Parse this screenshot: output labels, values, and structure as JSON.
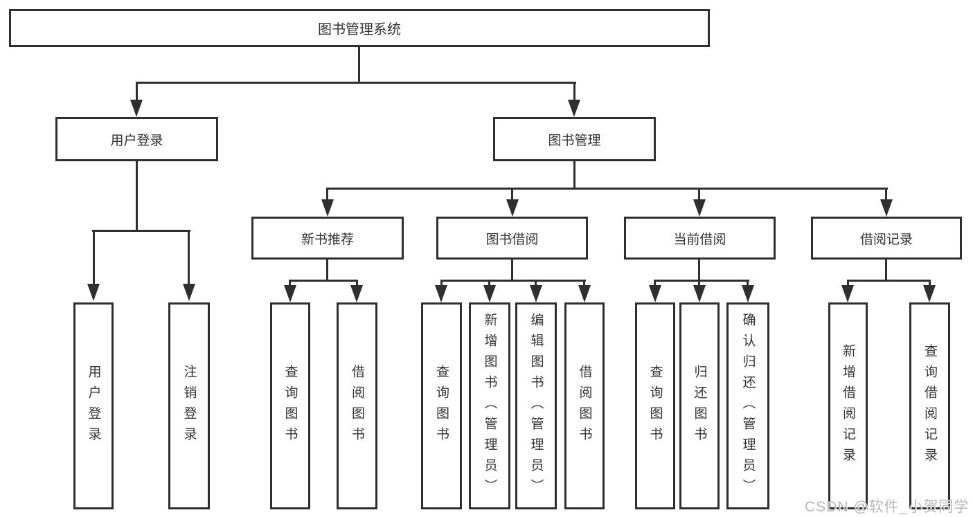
{
  "tree": {
    "root": {
      "label": "图书管理系统",
      "children": [
        {
          "label": "用户登录",
          "children": [
            {
              "label": "用户登录"
            },
            {
              "label": "注销登录"
            }
          ]
        },
        {
          "label": "图书管理",
          "children": [
            {
              "label": "新书推荐",
              "children": [
                {
                  "label": "查询图书"
                },
                {
                  "label": "借阅图书"
                }
              ]
            },
            {
              "label": "图书借阅",
              "children": [
                {
                  "label": "查询图书"
                },
                {
                  "label": "新增图书（管理员）"
                },
                {
                  "label": "编辑图书（管理员）"
                },
                {
                  "label": "借阅图书"
                }
              ]
            },
            {
              "label": "当前借阅",
              "children": [
                {
                  "label": "查询图书"
                },
                {
                  "label": "归还图书"
                },
                {
                  "label": "确认归还（管理员）"
                }
              ]
            },
            {
              "label": "借阅记录",
              "children": [
                {
                  "label": "新增借阅记录"
                },
                {
                  "label": "查询借阅记录"
                }
              ]
            }
          ]
        }
      ]
    }
  },
  "watermark": {
    "text": "CSDN @软件_小贺同学"
  },
  "colors": {
    "line": "#2f2f2f",
    "text": "#333333",
    "background": "#ffffff",
    "watermark": "#b8b8b8"
  }
}
